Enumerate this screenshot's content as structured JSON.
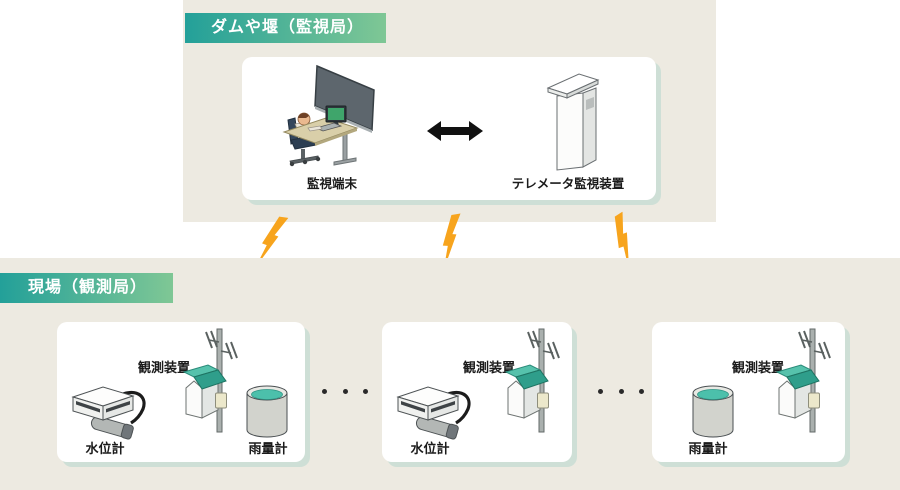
{
  "colors": {
    "section_background": "#edeae1",
    "badge_gradient_start": "#23a099",
    "badge_gradient_end": "#7fc795",
    "badge_text": "#ffffff",
    "card_background": "#ffffff",
    "card_shadow": "#cedfd6",
    "label_text": "#1b1b1b",
    "link_bolt_orange": "#f7a41d",
    "roof_teal_light": "#56c2ac",
    "roof_teal_dark": "#2f9e8b",
    "screen_green": "#3fa56b",
    "arrow_black": "#111111"
  },
  "monitoring_station": {
    "badge_label": "ダムや堰（監視局）",
    "terminal_label": "監視端末",
    "telemeter_label": "テレメータ監視装置"
  },
  "field_station": {
    "badge_label": "現場（観測局）",
    "ellipsis": "・・・",
    "stations": [
      {
        "device_label": "観測装置",
        "water_gauge_label": "水位計",
        "rain_gauge_label": "雨量計"
      },
      {
        "device_label": "観測装置",
        "water_gauge_label": "水位計"
      },
      {
        "device_label": "観測装置",
        "rain_gauge_label": "雨量計"
      }
    ]
  }
}
